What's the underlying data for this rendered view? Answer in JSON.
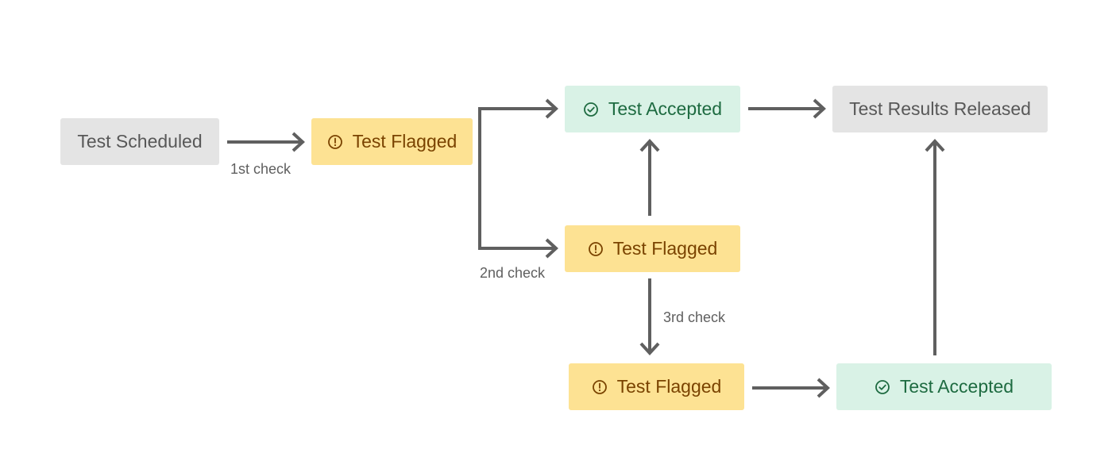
{
  "colors": {
    "connector": "#5f5f5f",
    "neutral_fill": "#e4e4e4",
    "neutral_text": "#585858",
    "flagged_fill": "#fde293",
    "flagged_text": "#7a4300",
    "accepted_fill": "#d9f2e6",
    "accepted_text": "#1e6b41"
  },
  "nodes": {
    "scheduled": {
      "label": "Test Scheduled"
    },
    "flagged_1": {
      "label": "Test Flagged",
      "icon": "alert-circle-icon"
    },
    "accepted_1": {
      "label": "Test Accepted",
      "icon": "check-circle-icon"
    },
    "released": {
      "label": "Test Results Released"
    },
    "flagged_2": {
      "label": "Test Flagged",
      "icon": "alert-circle-icon"
    },
    "flagged_3": {
      "label": "Test Flagged",
      "icon": "alert-circle-icon"
    },
    "accepted_2": {
      "label": "Test Accepted",
      "icon": "check-circle-icon"
    }
  },
  "edge_labels": {
    "first_check": "1st check",
    "second_check": "2nd check",
    "third_check": "3rd check"
  }
}
